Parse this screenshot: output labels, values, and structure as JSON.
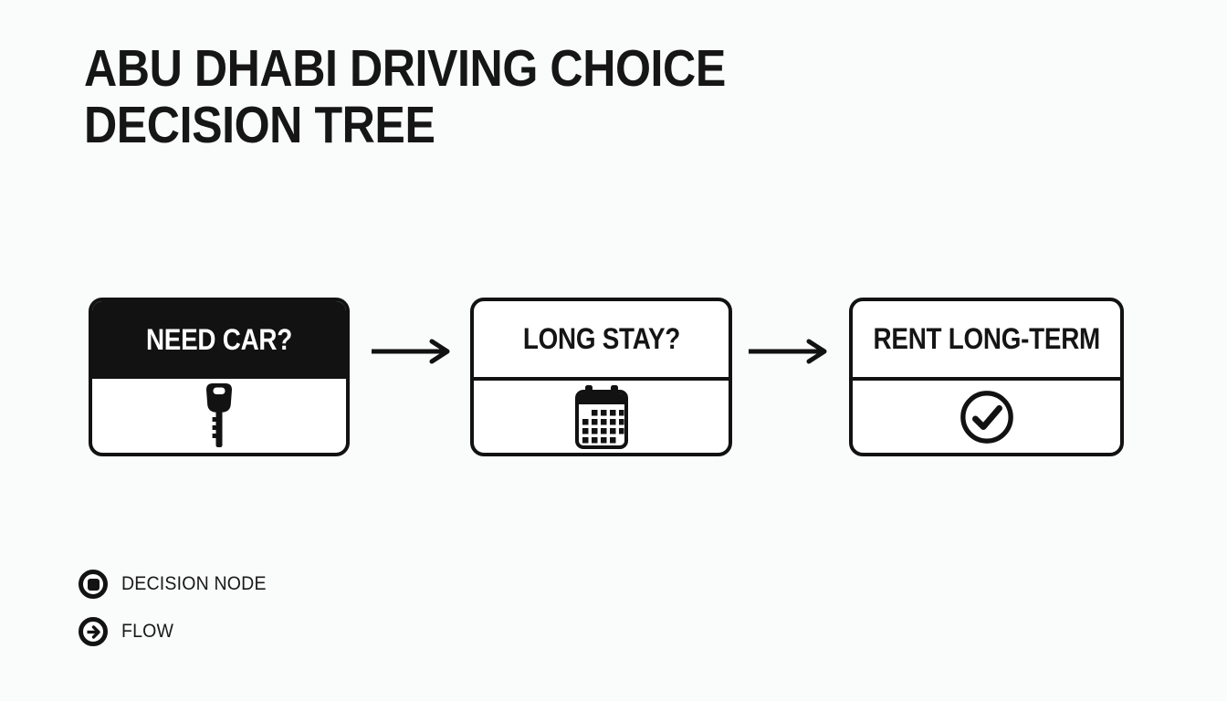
{
  "title": {
    "line1": "ABU DHABI DRIVING CHOICE",
    "line2": "DECISION TREE"
  },
  "diagram": {
    "nodes": [
      {
        "label": "NEED CAR?",
        "icon": "car-key-icon",
        "variant": "filled-header"
      },
      {
        "label": "LONG STAY?",
        "icon": "calendar-icon",
        "variant": "outline"
      },
      {
        "label": "RENT LONG-TERM",
        "icon": "check-circle-icon",
        "variant": "outline"
      }
    ],
    "connectors": [
      {
        "icon": "flow-arrow-icon",
        "from": "NEED CAR?",
        "to": "LONG STAY?"
      },
      {
        "icon": "flow-arrow-icon",
        "from": "LONG STAY?",
        "to": "RENT LONG-TERM"
      }
    ]
  },
  "legend": {
    "items": [
      {
        "label": "DECISION NODE",
        "icon": "decision-node-icon"
      },
      {
        "label": "FLOW",
        "icon": "flow-arrow-icon"
      }
    ]
  },
  "colors": {
    "background": "#fafbfb",
    "ink": "#121212",
    "node_fill": "#ffffff",
    "inverted_text": "#ffffff"
  }
}
